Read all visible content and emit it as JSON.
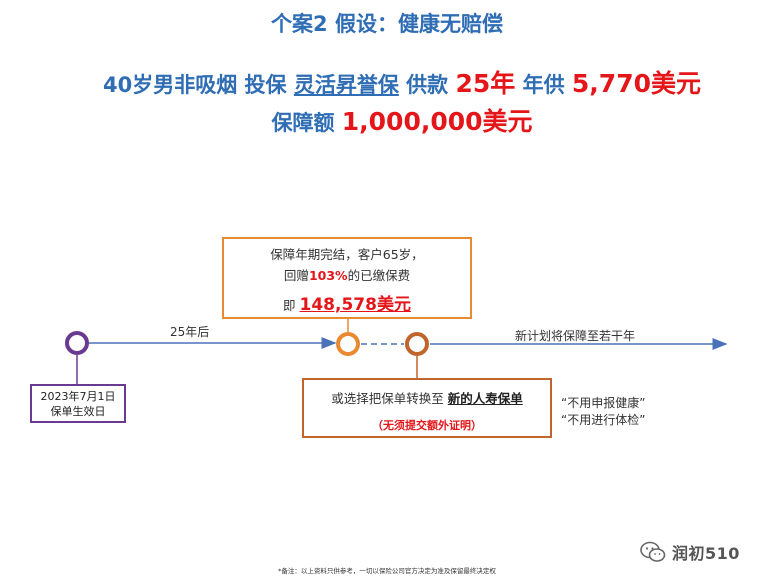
{
  "header": {
    "title": "个案2 假设：健康无赔偿",
    "line1_prefix": "40岁男非吸烟 投保 ",
    "product_name": "灵活昇誉保",
    "line1_pay": " 供款 ",
    "pay_years": "25年",
    "line1_annual": " 年供 ",
    "annual_premium": "5,770美元",
    "line2_prefix": "保障额 ",
    "sum_assured": "1,000,000美元"
  },
  "maturity": {
    "line1": "保障年期完结，客户65岁，",
    "line2_prefix": "回赠",
    "return_pct": "103%",
    "line2_suffix": "的已缴保费",
    "line3_prefix": "即 ",
    "amount": "148,578美元"
  },
  "timeline": {
    "duration_label": "25年后",
    "start_line1": "2023年7月1日",
    "start_line2": "保单生效日",
    "new_plan_label": "新计划将保障至若干年",
    "colors": {
      "start": "#6a3a91",
      "mid": "#e98a33",
      "end": "#c0652b",
      "line": "#4a72b8"
    }
  },
  "conversion": {
    "line1_prefix": "或选择把保单转换至 ",
    "new_policy": "新的人寿保单",
    "line2": "（无须提交额外证明）"
  },
  "quotes": {
    "q1": "“不用申报健康”",
    "q2": "“不用进行体检”"
  },
  "footnote": "*备注：以上资料只供参考，一切以保险公司官方决定为准及保留最终决定权",
  "watermark": {
    "icon": "wechat-icon",
    "text": "润初510"
  }
}
